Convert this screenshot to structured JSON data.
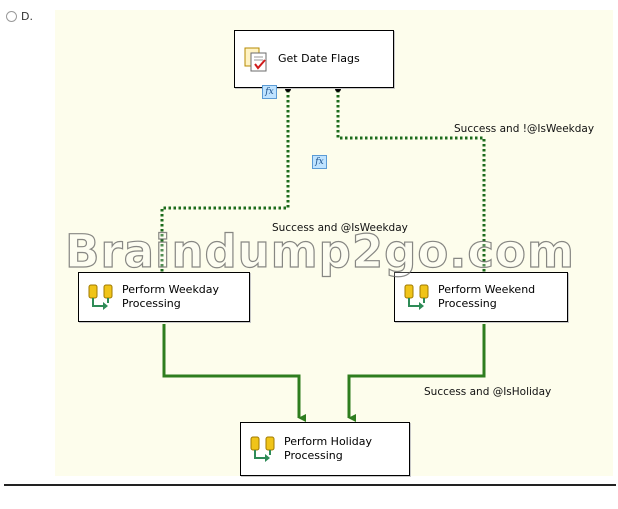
{
  "option": {
    "letter": "D."
  },
  "tasks": {
    "get_date_flags": "Get Date Flags",
    "weekday": "Perform Weekday\nProcessing",
    "weekend": "Perform Weekend\nProcessing",
    "holiday": "Perform Holiday\nProcessing"
  },
  "connectors": {
    "weekend": "Success and !@IsWeekday",
    "weekday": "Success and @IsWeekday",
    "holiday": "Success and @IsHoliday",
    "fx": "fx"
  },
  "watermark": "Braindump2go.com",
  "colors": {
    "canvas": "#fdfdec",
    "dotted_connector": "#1c6b1c",
    "success_connector": "#2e7d1e"
  }
}
